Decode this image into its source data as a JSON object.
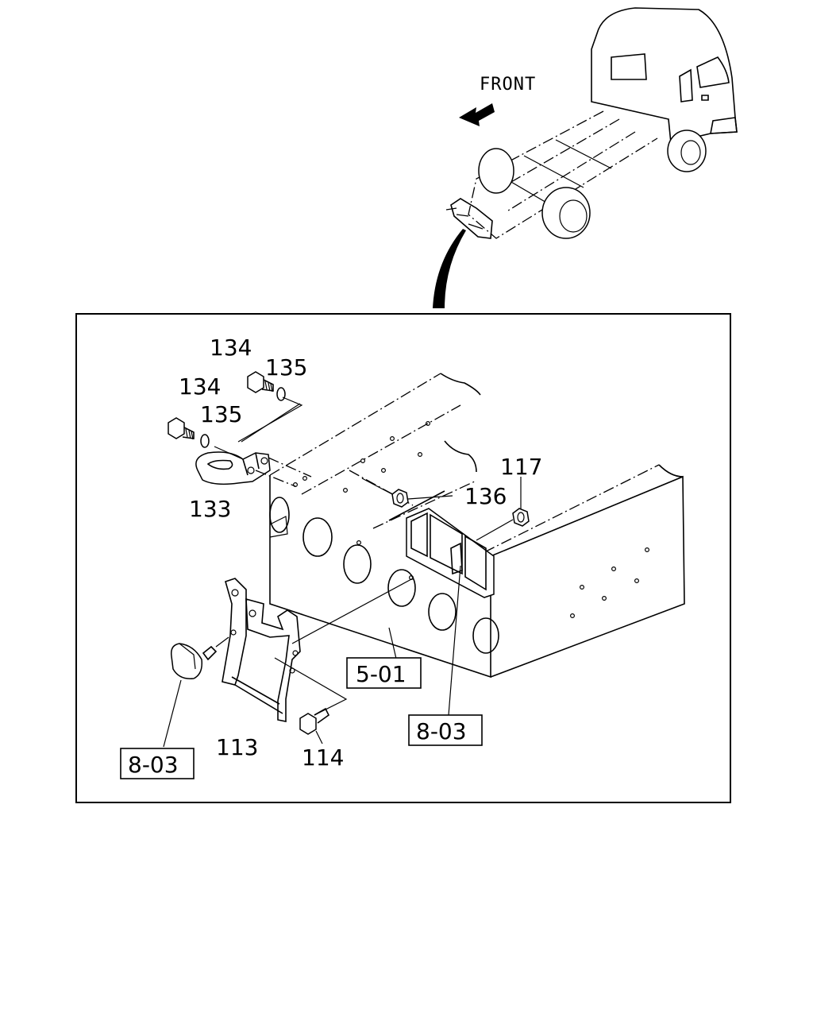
{
  "overview": {
    "direction_label": "FRONT"
  },
  "callouts": {
    "p113": "113",
    "p114": "114",
    "p117": "117",
    "p133": "133",
    "p134_a": "134",
    "p134_b": "134",
    "p135_a": "135",
    "p135_b": "135",
    "p136": "136"
  },
  "references": {
    "frame": "5-01",
    "rear_lamp": "8-03",
    "license_lamp": "8-03"
  },
  "colors": {
    "ink": "#000000",
    "paper": "#ffffff"
  }
}
